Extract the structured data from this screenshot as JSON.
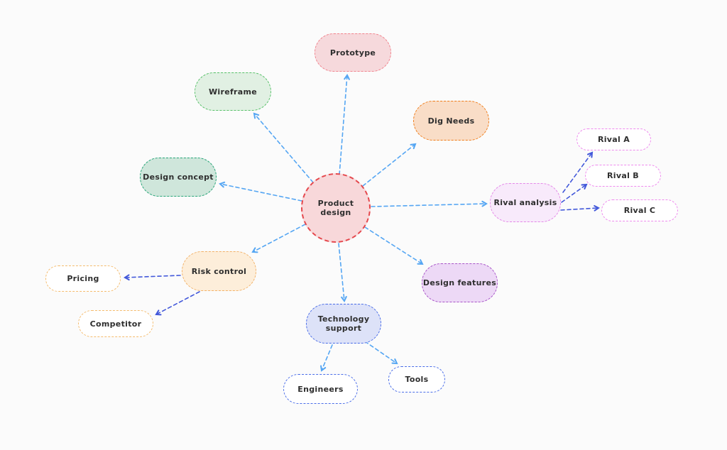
{
  "diagram": {
    "type": "mindmap",
    "background": "#fbfbfb",
    "arrow_colors": {
      "level1": "#55a6f3",
      "level2": "#4258da"
    }
  },
  "nodes": {
    "root": {
      "label": "Product design",
      "fill": "#f8d8da",
      "border": "#e5484d",
      "shape": "circle"
    },
    "prototype": {
      "label": "Prototype",
      "fill": "#f6d9dc",
      "border": "#f1848e"
    },
    "wireframe": {
      "label": "Wireframe",
      "fill": "#e1f0e3",
      "border": "#57c169"
    },
    "design_concept": {
      "label": "Design concept",
      "fill": "#cfe6db",
      "border": "#27a578"
    },
    "dig_needs": {
      "label": "Dig Needs",
      "fill": "#f9ddc7",
      "border": "#f07d1a"
    },
    "rival_analysis": {
      "label": "Rival analysis",
      "fill": "#f8eafb",
      "border": "#e48ae8"
    },
    "rival_a": {
      "label": "Rival A",
      "fill": "#ffffff",
      "border": "#ee8bee"
    },
    "rival_b": {
      "label": "Rival B",
      "fill": "#ffffff",
      "border": "#ee8bee"
    },
    "rival_c": {
      "label": "Rival C",
      "fill": "#ffffff",
      "border": "#ee8bee"
    },
    "design_features": {
      "label": "Design features",
      "fill": "#edd9f6",
      "border": "#a855c8"
    },
    "technology_support": {
      "label": "Technology support",
      "fill": "#dde2f8",
      "border": "#4a6de8"
    },
    "engineers": {
      "label": "Engineers",
      "fill": "#ffffff",
      "border": "#4a6de8"
    },
    "tools": {
      "label": "Tools",
      "fill": "#ffffff",
      "border": "#4a6de8"
    },
    "risk_control": {
      "label": "Risk control",
      "fill": "#fdeeda",
      "border": "#f2b269"
    },
    "pricing": {
      "label": "Pricing",
      "fill": "#ffffff",
      "border": "#f5bc6e"
    },
    "competitor": {
      "label": "Competitor",
      "fill": "#ffffff",
      "border": "#f5bc6e"
    }
  },
  "edges": [
    {
      "from": "Product design",
      "to": "Prototype"
    },
    {
      "from": "Product design",
      "to": "Wireframe"
    },
    {
      "from": "Product design",
      "to": "Design concept"
    },
    {
      "from": "Product design",
      "to": "Dig Needs"
    },
    {
      "from": "Product design",
      "to": "Rival analysis"
    },
    {
      "from": "Product design",
      "to": "Design features"
    },
    {
      "from": "Product design",
      "to": "Technology support"
    },
    {
      "from": "Product design",
      "to": "Risk control"
    },
    {
      "from": "Rival analysis",
      "to": "Rival A"
    },
    {
      "from": "Rival analysis",
      "to": "Rival B"
    },
    {
      "from": "Rival analysis",
      "to": "Rival C"
    },
    {
      "from": "Technology support",
      "to": "Engineers"
    },
    {
      "from": "Technology support",
      "to": "Tools"
    },
    {
      "from": "Risk control",
      "to": "Pricing"
    },
    {
      "from": "Risk control",
      "to": "Competitor"
    }
  ]
}
